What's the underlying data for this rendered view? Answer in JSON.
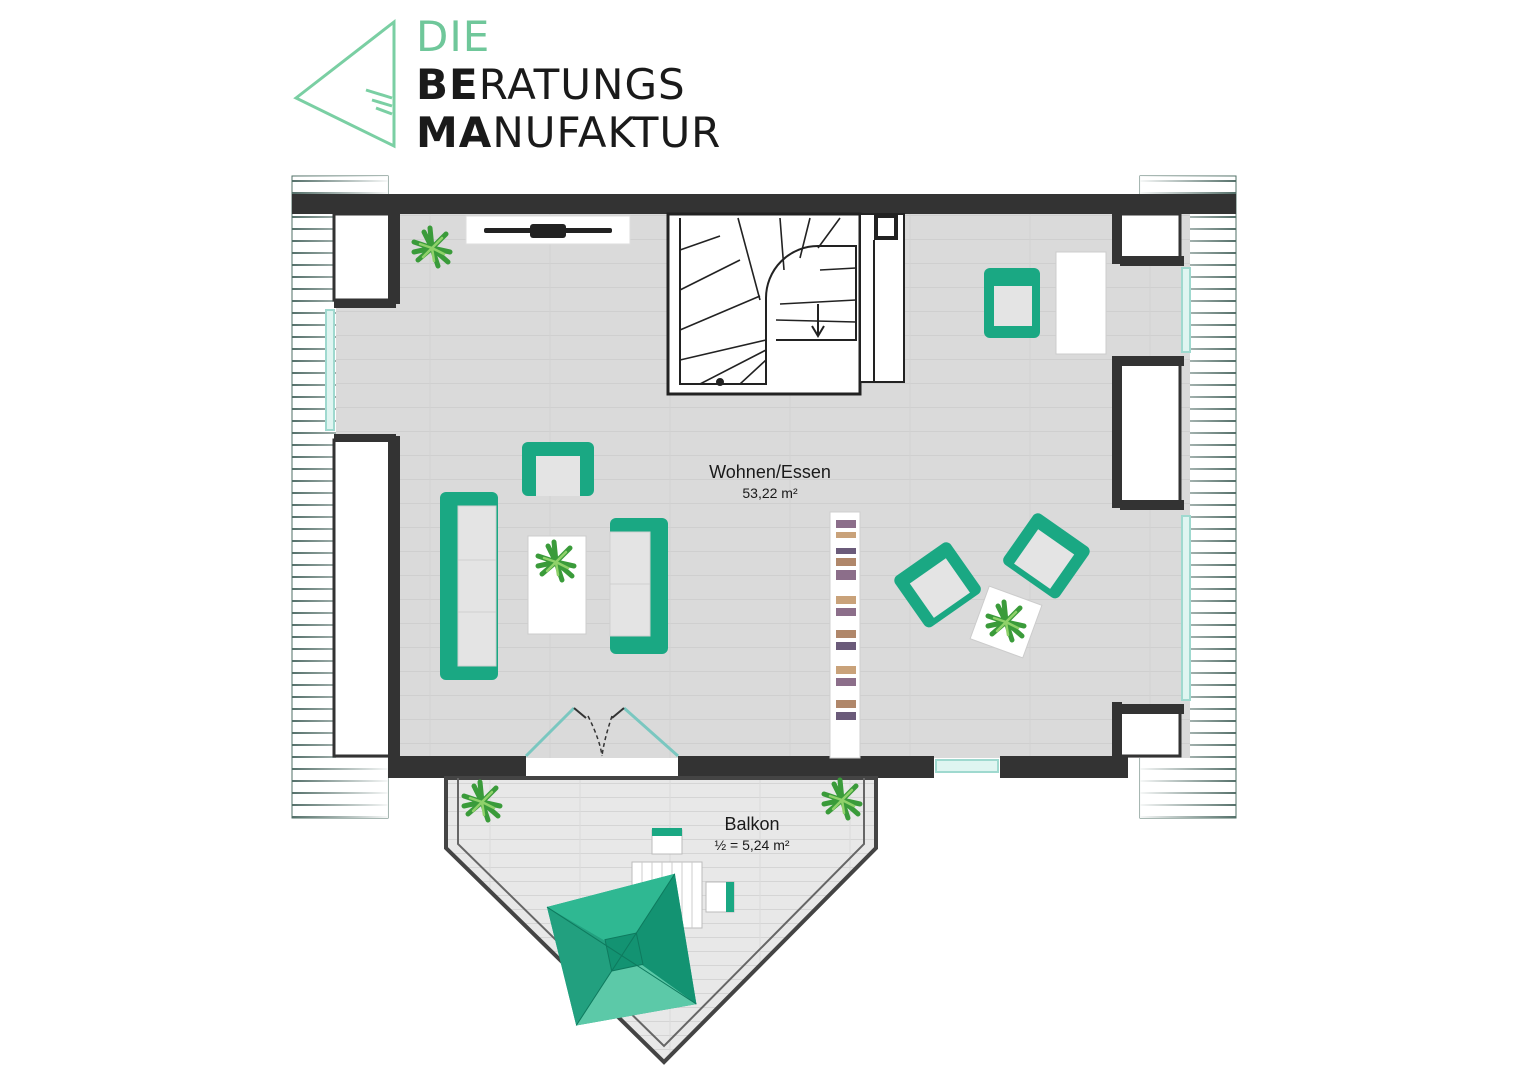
{
  "logo": {
    "line1": "DIE",
    "line2_bold": "BE",
    "line2_rest": "RATUNGS",
    "line3_bold": "MA",
    "line3_rest": "NUFAKTUR"
  },
  "rooms": [
    {
      "name": "Wohnen/Essen",
      "area": "53,22 m²"
    },
    {
      "name": "Balkon",
      "area": "½ = 5,24 m²"
    }
  ],
  "colors": {
    "accent": "#1aa883",
    "wall": "#333333",
    "floor": "#d9d9d9",
    "balcony_floor": "#e6e6e6",
    "logo_green": "#6fc79a",
    "roof_stripe": "#4f6f66"
  }
}
